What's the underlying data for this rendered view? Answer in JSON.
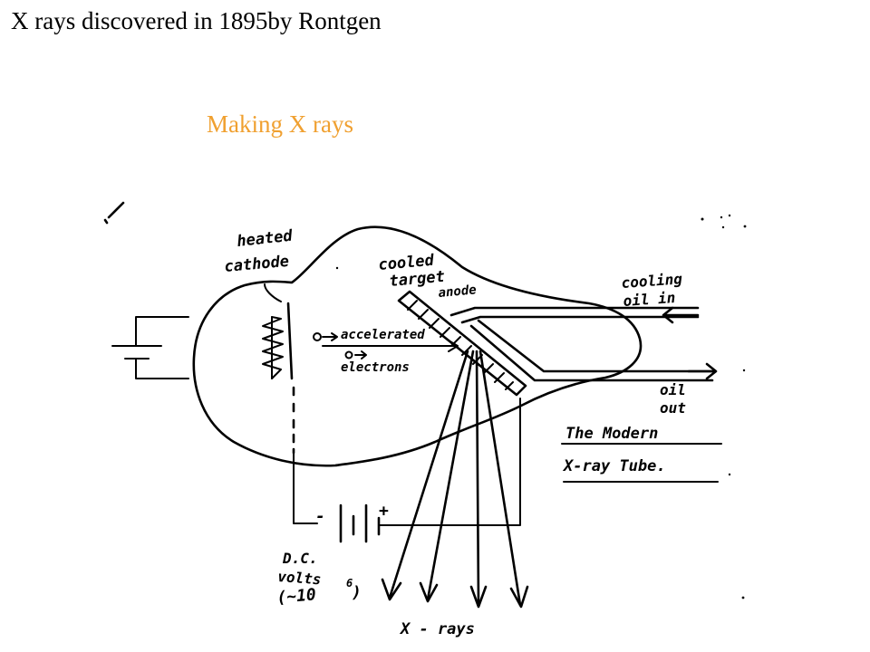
{
  "slide": {
    "title": "X rays discovered in 1895by Rontgen",
    "subtitle": "Making X rays"
  },
  "colors": {
    "title": "#000000",
    "subtitle": "#f0a030",
    "ink": "#000000",
    "background": "#ffffff"
  },
  "diagram": {
    "labels": {
      "heated": "heated",
      "cathode": "cathode",
      "cooled": "cooled",
      "target": "target",
      "anode": "anode",
      "accelerated": "accelerated",
      "electrons": "electrons",
      "cooling": "cooling",
      "oil_in": "oil in",
      "oil": "oil",
      "out": "out",
      "the_modern": "The Modern",
      "xray_tube": "X-ray Tube.",
      "dc": "D.C.",
      "volts": "volts",
      "approx": "(~10",
      "exponent": "6",
      "close_paren": ")",
      "minus": "-",
      "plus": "+",
      "xrays": "X - rays"
    }
  }
}
